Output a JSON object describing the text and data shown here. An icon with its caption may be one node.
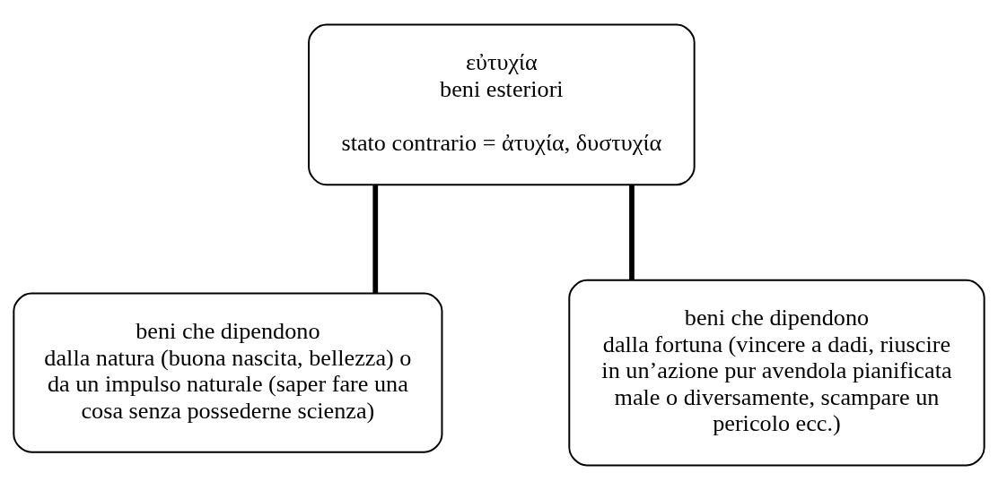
{
  "diagram": {
    "nodes": [
      {
        "text": [
          "εὐτυχία",
          "beni esteriori",
          "stato contrario = ἀτυχία, δυστυχία"
        ]
      },
      {
        "text": [
          "beni che dipendono",
          "dalla natura (buona nascita, bellezza) o da un impulso naturale (saper fare una cosa senza possederne scienza)"
        ]
      },
      {
        "text": [
          "beni che dipendono",
          "dalla fortuna (vincere a dadi, riuscire in un’azione pur avendola pianificata male o diversamente, scampare un pericolo ecc.)"
        ]
      }
    ],
    "edges": [
      {
        "from": 0,
        "to": 1,
        "arrow": "none"
      },
      {
        "from": 0,
        "to": 2,
        "arrow": "none"
      }
    ]
  }
}
